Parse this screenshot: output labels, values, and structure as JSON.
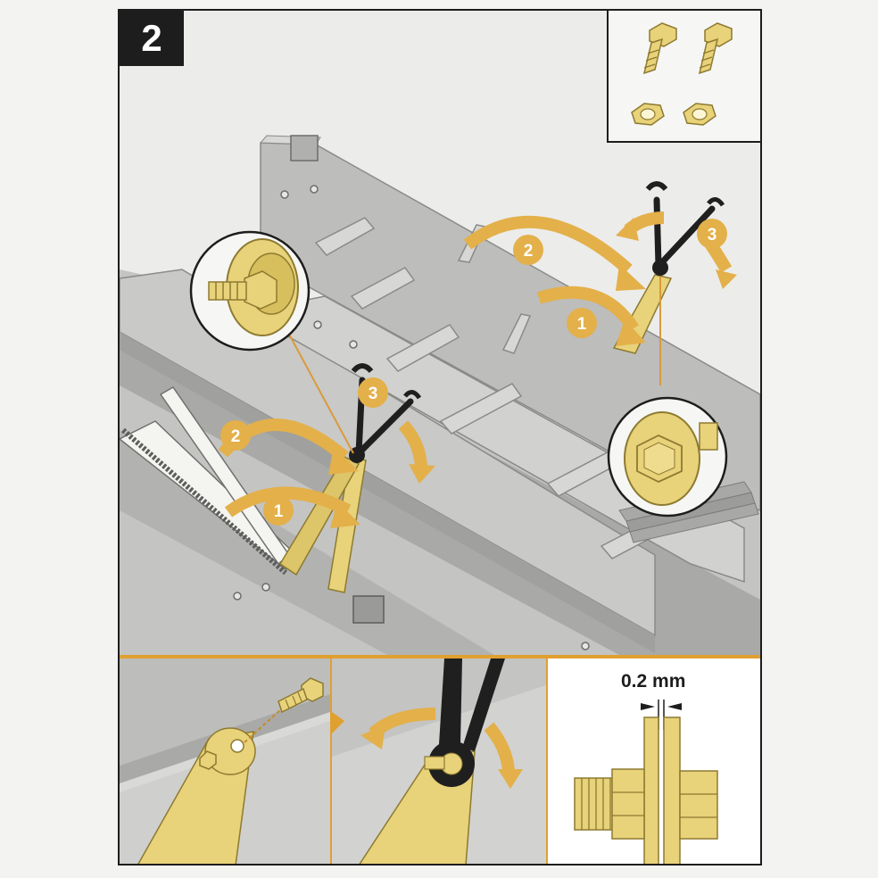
{
  "step": {
    "number": "2"
  },
  "callouts": {
    "upper": [
      "1",
      "2",
      "3"
    ],
    "lower": [
      "1",
      "2",
      "3"
    ]
  },
  "detail": {
    "gap": "0.2 mm"
  },
  "colors": {
    "brass": "#e8d27a",
    "brass_dark": "#b9a04a",
    "arrow": "#e3b04a",
    "frame_grey": "#b8b8b6",
    "wrench": "#1f1f1f",
    "panel_border": "#e0a030"
  },
  "icons": [
    "bolt-icon",
    "nut-icon",
    "wrench-icon",
    "rotation-arrow-icon"
  ]
}
